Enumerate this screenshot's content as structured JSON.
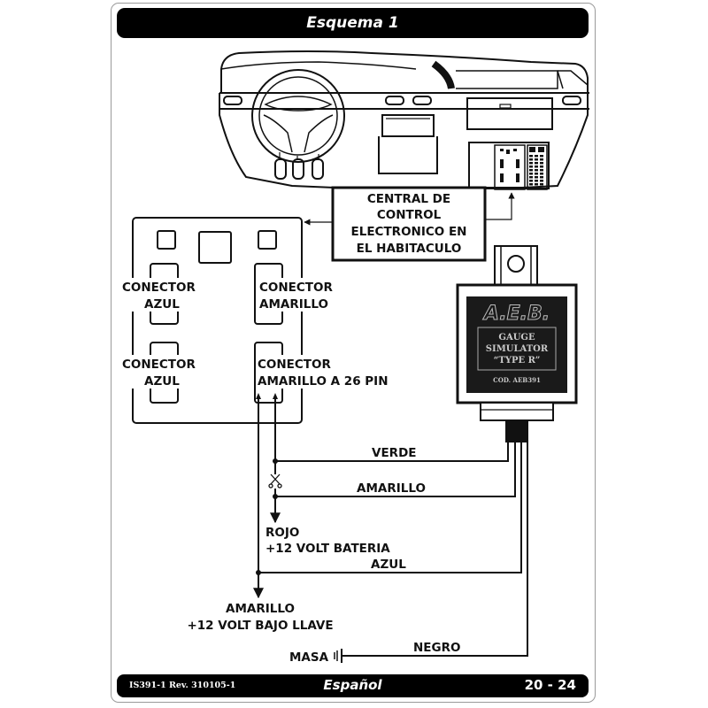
{
  "header": {
    "title": "Esquema 1"
  },
  "footer": {
    "doc_code": "IS391-1 Rev. 310105-1",
    "language": "Español",
    "pages": "20 - 24"
  },
  "central_box": {
    "lines": [
      "CENTRAL DE",
      "CONTROL",
      "ELECTRONICO EN",
      "EL HABITACULO"
    ]
  },
  "connectors": {
    "top_left": [
      "CONECTOR",
      "AZUL"
    ],
    "top_right": [
      "CONECTOR",
      "AMARILLO"
    ],
    "bottom_left": [
      "CONECTOR",
      "AZUL"
    ],
    "bottom_right": [
      "CONECTOR",
      "AMARILLO A 26 PIN"
    ]
  },
  "device": {
    "brand": "A.E.B.",
    "name_lines": [
      "GAUGE",
      "SIMULATOR",
      "“TYPE R”"
    ],
    "code": "COD. AEB391"
  },
  "wires": {
    "verde": "VERDE",
    "amarillo": "AMARILLO",
    "rojo": "ROJO",
    "bateria": "+12 VOLT BATERIA",
    "azul": "AZUL",
    "amarillo_llave": "AMARILLO",
    "bajo_llave": "+12 VOLT BAJO LLAVE",
    "negro": "NEGRO",
    "masa": "MASA"
  },
  "icons": {
    "cut": "scissors-icon",
    "ground": "ground-icon"
  }
}
